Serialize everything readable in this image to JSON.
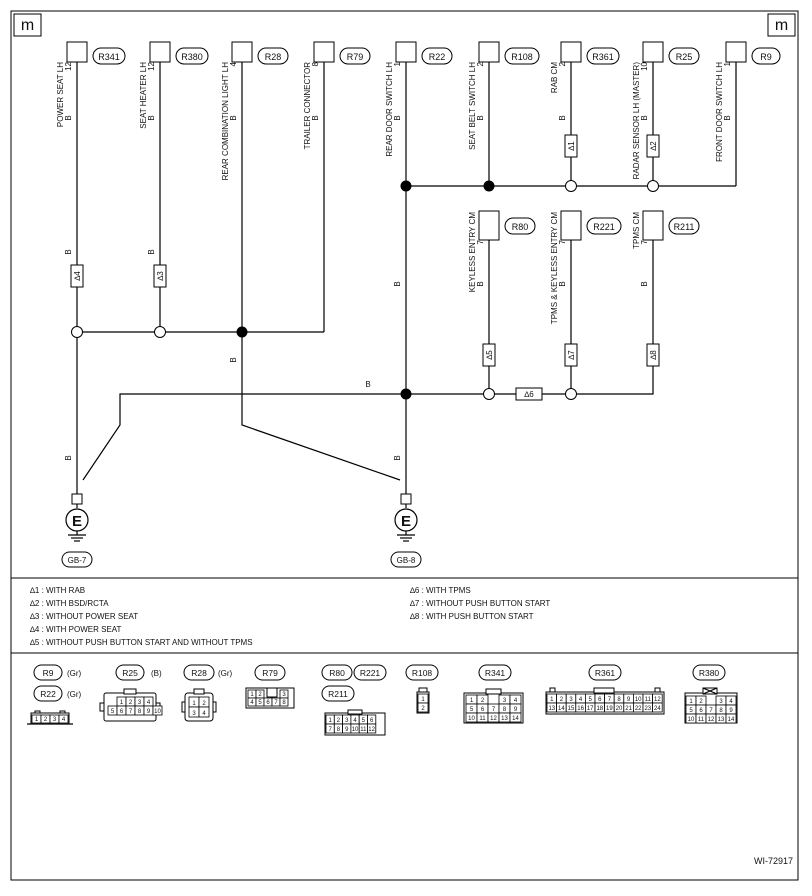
{
  "corner_marks": [
    "m",
    "m"
  ],
  "wire_color": "B",
  "top_connectors": [
    {
      "id": "R341",
      "name": "POWER SEAT LH",
      "pin": "12"
    },
    {
      "id": "R380",
      "name": "SEAT HEATER LH",
      "pin": "12"
    },
    {
      "id": "R28",
      "name": "REAR COMBINATION LIGHT LH",
      "pin": "4"
    },
    {
      "id": "R79",
      "name": "TRAILER CONNECTOR",
      "pin": "8"
    },
    {
      "id": "R22",
      "name": "REAR DOOR SWITCH LH",
      "pin": "1"
    },
    {
      "id": "R108",
      "name": "SEAT BELT SWITCH LH",
      "pin": "2"
    },
    {
      "id": "R361",
      "name": "RAB CM",
      "pin": "2"
    },
    {
      "id": "R25",
      "name": "RADAR SENSOR LH (MASTER)",
      "pin": "10"
    },
    {
      "id": "R9",
      "name": "FRONT DOOR SWITCH LH",
      "pin": "1"
    }
  ],
  "mid_connectors": [
    {
      "id": "R80",
      "name": "KEYLESS ENTRY CM",
      "pin": "7"
    },
    {
      "id": "R221",
      "name": "TPMS & KEYLESS ENTRY CM",
      "pin": "7"
    },
    {
      "id": "R211",
      "name": "TPMS CM",
      "pin": "7"
    }
  ],
  "option_marks": [
    "∆4",
    "∆3",
    "∆1",
    "∆2",
    "∆5",
    "∆7",
    "∆8",
    "∆6"
  ],
  "grounds": [
    {
      "symbol": "E",
      "label": "GB-7"
    },
    {
      "symbol": "E",
      "label": "GB-8"
    }
  ],
  "notes_left": [
    "∆1  : WITH RAB",
    "∆2  : WITH BSD/RCTA",
    "∆3  : WITHOUT POWER SEAT",
    "∆4  : WITH POWER SEAT",
    "∆5  : WITHOUT PUSH BUTTON START AND WITHOUT TPMS"
  ],
  "notes_right": [
    "∆6  : WITH TPMS",
    "∆7  : WITHOUT PUSH BUTTON START",
    "∆8  : WITH PUSH BUTTON START"
  ],
  "legend_connectors": [
    {
      "id": "R9",
      "color": "(Gr)"
    },
    {
      "id": "R22",
      "color": "(Gr)"
    },
    {
      "id": "R25",
      "color": "(B)"
    },
    {
      "id": "R28",
      "color": "(Gr)"
    },
    {
      "id": "R79",
      "color": ""
    },
    {
      "id": "R80",
      "color": ""
    },
    {
      "id": "R221",
      "color": ""
    },
    {
      "id": "R211",
      "color": ""
    },
    {
      "id": "R108",
      "color": ""
    },
    {
      "id": "R341",
      "color": ""
    },
    {
      "id": "R361",
      "color": ""
    },
    {
      "id": "R380",
      "color": ""
    }
  ],
  "pins": {
    "r9": [
      "1",
      "2",
      "3",
      "4"
    ],
    "r25": [
      "1",
      "2",
      "3",
      "4",
      "5",
      "6",
      "7",
      "8",
      "9",
      "10"
    ],
    "r28": [
      "1",
      "2",
      "3",
      "4"
    ],
    "r79": [
      "1",
      "2",
      "3",
      "4",
      "5",
      "6",
      "7",
      "8"
    ],
    "r80": [
      "1",
      "2",
      "3",
      "4",
      "5",
      "6",
      "7",
      "8",
      "9",
      "10",
      "11",
      "12"
    ],
    "r108": [
      "1",
      "2"
    ],
    "r341": [
      "1",
      "2",
      "3",
      "4",
      "5",
      "6",
      "7",
      "8",
      "9",
      "10",
      "11",
      "12",
      "13",
      "14"
    ],
    "r361": [
      "1",
      "2",
      "3",
      "4",
      "5",
      "6",
      "7",
      "8",
      "9",
      "10",
      "11",
      "12",
      "13",
      "14",
      "15",
      "16",
      "17",
      "18",
      "19",
      "20",
      "21",
      "22",
      "23",
      "24"
    ],
    "r380": [
      "1",
      "2",
      "3",
      "4",
      "5",
      "6",
      "7",
      "8",
      "9",
      "10",
      "11",
      "12",
      "13",
      "14"
    ]
  },
  "diagram_code": "WI-72917"
}
